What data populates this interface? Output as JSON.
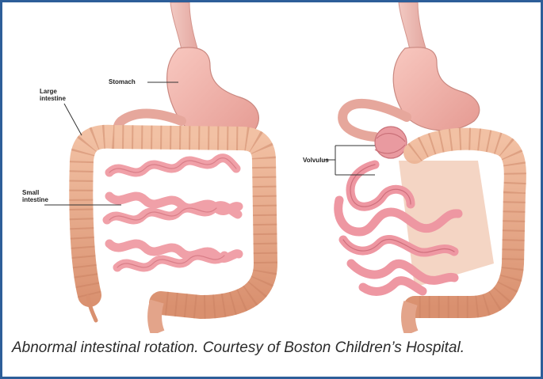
{
  "labels": {
    "stomach": "Stomach",
    "large_intestine_line1": "Large",
    "large_intestine_line2": "intestine",
    "small_intestine_line1": "Small",
    "small_intestine_line2": "intestine",
    "volvulus": "Volvulus"
  },
  "caption": "Abnormal intestinal rotation. Courtesy of Boston Children’s Hospital.",
  "colors": {
    "frame_border": "#2d5e99",
    "colon": "#e8a98a",
    "small_intestine": "#f0a0a8",
    "stomach": "#f3b5ad"
  }
}
